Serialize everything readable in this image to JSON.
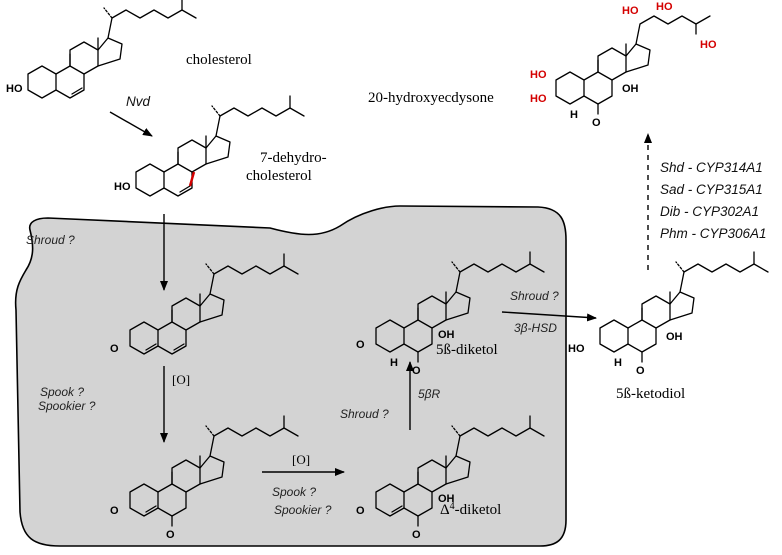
{
  "molecules": {
    "cholesterol": "cholesterol",
    "dehydro_line1": "7-dehydro-",
    "dehydro_line2": "cholesterol",
    "hydroxyecdysone": "20-hydroxyecdysone",
    "diketol_5b": "5ß-diketol",
    "ketodiol_5b": "5ß-ketodiol",
    "diketol_delta4": "Δ",
    "diketol_delta4_sup": "4",
    "diketol_delta4_suffix": "-diketol"
  },
  "enzymes": {
    "nvd": "Nvd",
    "shroud_q1": "Shroud ?",
    "o1": "[O]",
    "spook_q1": "Spook ?",
    "spookier_q1": "Spookier ?",
    "o2": "[O]",
    "spook_q2": "Spook ?",
    "spookier_q2": "Spookier ?",
    "shroud_q2": "Shroud ?",
    "beta_r": "5βR",
    "shroud_q3": "Shroud ?",
    "hsd": "3β-HSD",
    "shd": "Shd - CYP314A1",
    "sad": "Sad - CYP315A1",
    "dib": "Dib - CYP302A1",
    "phm": "Phm - CYP306A1"
  },
  "atoms": {
    "ho": "HO",
    "oh": "OH",
    "o": "O",
    "h": "H"
  },
  "colors": {
    "shaded_region": "#d3d3d3",
    "highlight": "#d40000"
  }
}
